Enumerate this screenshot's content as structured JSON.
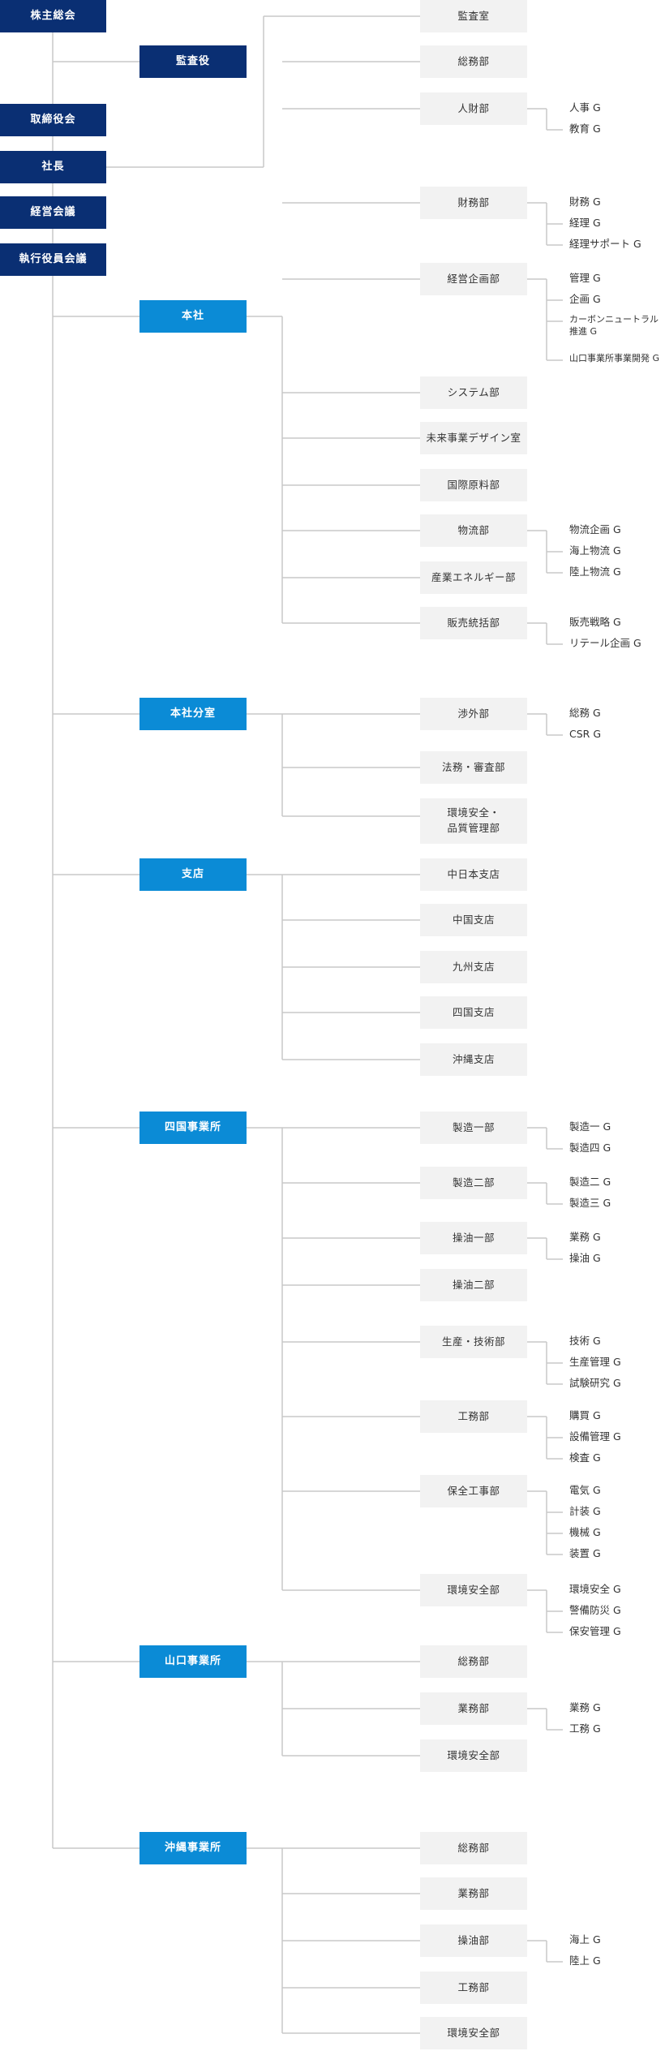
{
  "executives": {
    "shareholders_meeting": "株主総会",
    "auditors": "監査役",
    "board_of_directors": "取締役会",
    "president": "社長",
    "management_meeting": "経営会議",
    "executive_officers_meeting": "執行役員会議"
  },
  "audit_office": "監査室",
  "divisions": [
    {
      "label": "本社",
      "departments": [
        {
          "label": "総務部",
          "groups": []
        },
        {
          "label": "人財部",
          "groups": [
            "人事 G",
            "教育 G"
          ]
        },
        {
          "label": "財務部",
          "groups": [
            "財務 G",
            "経理 G",
            "経理サポート G"
          ]
        },
        {
          "label": "経営企画部",
          "groups": [
            "管理 G",
            "企画 G",
            "カーボンニュートラル\n推進 G",
            "山口事業所事業開発 G"
          ]
        },
        {
          "label": "システム部",
          "groups": []
        },
        {
          "label": "未来事業デザイン室",
          "groups": []
        },
        {
          "label": "国際原料部",
          "groups": []
        },
        {
          "label": "物流部",
          "groups": [
            "物流企画 G",
            "海上物流 G",
            "陸上物流 G"
          ]
        },
        {
          "label": "産業エネルギー部",
          "groups": []
        },
        {
          "label": "販売統括部",
          "groups": [
            "販売戦略 G",
            "リテール企画 G"
          ]
        }
      ]
    },
    {
      "label": "本社分室",
      "departments": [
        {
          "label": "渉外部",
          "groups": [
            "総務 G",
            "CSR G"
          ]
        },
        {
          "label": "法務・審査部",
          "groups": []
        },
        {
          "label": "環境安全・\n品質管理部",
          "groups": []
        }
      ]
    },
    {
      "label": "支店",
      "departments": [
        {
          "label": "中日本支店",
          "groups": []
        },
        {
          "label": "中国支店",
          "groups": []
        },
        {
          "label": "九州支店",
          "groups": []
        },
        {
          "label": "四国支店",
          "groups": []
        },
        {
          "label": "沖縄支店",
          "groups": []
        }
      ]
    },
    {
      "label": "四国事業所",
      "departments": [
        {
          "label": "製造一部",
          "groups": [
            "製造一 G",
            "製造四 G"
          ]
        },
        {
          "label": "製造二部",
          "groups": [
            "製造二 G",
            "製造三 G"
          ]
        },
        {
          "label": "操油一部",
          "groups": [
            "業務 G",
            "操油 G"
          ]
        },
        {
          "label": "操油二部",
          "groups": []
        },
        {
          "label": "生産・技術部",
          "groups": [
            "技術 G",
            "生産管理 G",
            "試験研究 G"
          ]
        },
        {
          "label": "工務部",
          "groups": [
            "購買 G",
            "設備管理 G",
            "検査 G"
          ]
        },
        {
          "label": "保全工事部",
          "groups": [
            "電気 G",
            "計装 G",
            "機械 G",
            "装置 G"
          ]
        },
        {
          "label": "環境安全部",
          "groups": [
            "環境安全 G",
            "警備防災 G",
            "保安管理 G"
          ]
        }
      ]
    },
    {
      "label": "山口事業所",
      "departments": [
        {
          "label": "総務部",
          "groups": []
        },
        {
          "label": "業務部",
          "groups": [
            "業務 G",
            "工務 G"
          ]
        },
        {
          "label": "環境安全部",
          "groups": []
        }
      ]
    },
    {
      "label": "沖縄事業所",
      "departments": [
        {
          "label": "総務部",
          "groups": []
        },
        {
          "label": "業務部",
          "groups": []
        },
        {
          "label": "操油部",
          "groups": [
            "海上 G",
            "陸上 G"
          ]
        },
        {
          "label": "工務部",
          "groups": []
        },
        {
          "label": "環境安全部",
          "groups": []
        }
      ]
    }
  ],
  "colors": {
    "executive_box": "#0a2f73",
    "division_box": "#0b8bd6",
    "department_box": "#f2f2f2",
    "connector_line": "#c8c8c8"
  }
}
